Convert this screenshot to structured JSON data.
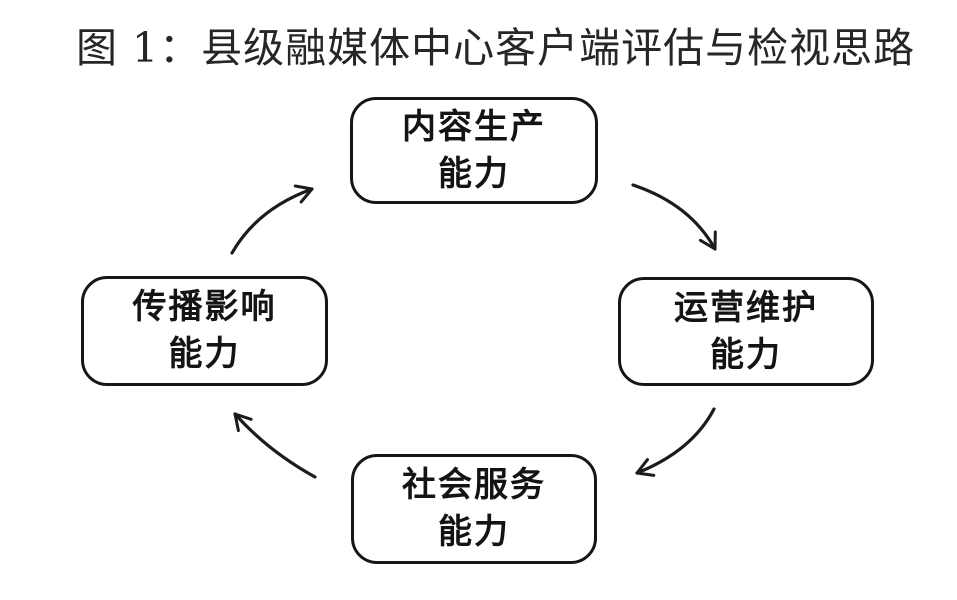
{
  "figure": {
    "title": "图 1：县级融媒体中心客户端评估与检视思路"
  },
  "diagram": {
    "type": "cycle",
    "direction": "clockwise",
    "nodes": [
      {
        "id": "content-production",
        "position": "top",
        "line1": "内容生产",
        "line2": "能力"
      },
      {
        "id": "operation-maintenance",
        "position": "right",
        "line1": "运营维护",
        "line2": "能力"
      },
      {
        "id": "social-service",
        "position": "bottom",
        "line1": "社会服务",
        "line2": "能力"
      },
      {
        "id": "communication-influence",
        "position": "left",
        "line1": "传播影响",
        "line2": "能力"
      }
    ],
    "edges": [
      {
        "from": "content-production",
        "to": "operation-maintenance"
      },
      {
        "from": "operation-maintenance",
        "to": "social-service"
      },
      {
        "from": "social-service",
        "to": "communication-influence"
      },
      {
        "from": "communication-influence",
        "to": "content-production"
      }
    ],
    "colors": {
      "stroke": "#1c1c1c",
      "text": "#141414",
      "background": "#ffffff"
    }
  }
}
